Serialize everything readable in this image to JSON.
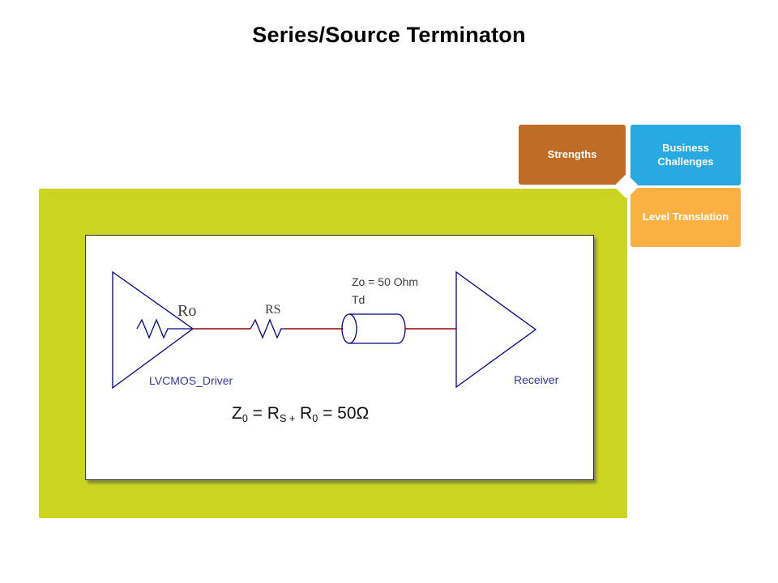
{
  "slide": {
    "title": "Series/Source Terminaton"
  },
  "nav": {
    "strengths": {
      "label": "Strengths",
      "color": "#BF6D26"
    },
    "business_challenges": {
      "label": "Business Challenges",
      "color": "#29A9E1"
    },
    "level_translation": {
      "label": "Level Translation",
      "color": "#FBB042"
    }
  },
  "colors": {
    "panel_green": "#CBD521",
    "symbol_navy": "#00008B",
    "wire_red": "#990000",
    "label_navy": "#3434A0",
    "label_gray": "#3c3c3c"
  },
  "circuit": {
    "driver_label": "LVCMOS_Driver",
    "receiver_label": "Receiver",
    "driver_resistor_label": "Ro",
    "series_resistor_label": "RS",
    "tline_impedance_label": "Zo = 50 Ohm",
    "tline_delay_label": "Td",
    "formula": {
      "p1": "Z",
      "p1_sub": "0",
      "p2": " = R",
      "p2_sub": "S +",
      "p3": " R",
      "p3_sub": "0",
      "p4": " = 50Ω"
    }
  }
}
